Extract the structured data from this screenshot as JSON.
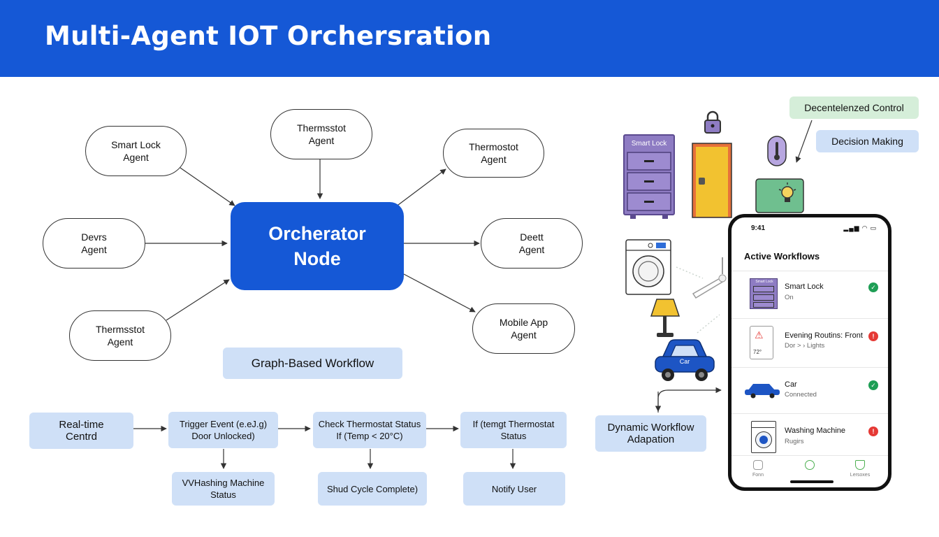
{
  "header": {
    "title": "Multi-Agent IOT Orchersration"
  },
  "graph": {
    "center": "Orcherator\nNode",
    "agents": [
      {
        "label": "Smart Lock\nAgent"
      },
      {
        "label": "Thermsstot\nAgent"
      },
      {
        "label": "Thermostot\nAgent"
      },
      {
        "label": "Devrs\nAgent"
      },
      {
        "label": "Deett\nAgent"
      },
      {
        "label": "Thermsstot\nAgent"
      },
      {
        "label": "Mobile App\nAgent"
      }
    ],
    "caption": "Graph-Based Workflow"
  },
  "flow": {
    "start": "Real-time\nCentrd",
    "steps": [
      {
        "label": "Trigger Event (e.eJ.g)\nDoor Unlocked)",
        "result": "VVHashing Machine\nStatus"
      },
      {
        "label": "Check Thermostat Status\nIf (Temp < 20°C)",
        "result": "Shud Cycle Complete)"
      },
      {
        "label": "If (temgt Thermostat\nStatus",
        "result": "Notify User"
      }
    ]
  },
  "right": {
    "decentralized": "Decentelenzed Control",
    "decision": "Decision Making",
    "dynamic": "Dynamic Workflow\nAdapation",
    "cabinet_label": "Smart Lock",
    "car_label": "Car"
  },
  "phone": {
    "time": "9:41",
    "title": "Active Workflows",
    "workflows": [
      {
        "title": "Smart Lock",
        "sub": "On",
        "status": "ok",
        "thumb": "Smart Lock"
      },
      {
        "title": "Evening Routins: Front",
        "sub": "Dor  > › Lights",
        "status": "err",
        "thumb": "72°"
      },
      {
        "title": "Car",
        "sub": "Connected",
        "status": "ok"
      },
      {
        "title": "Washing Machine",
        "sub": "Rugirs",
        "status": "err"
      }
    ],
    "tabs": [
      "Fonn",
      "",
      "Lersoxes"
    ]
  },
  "colors": {
    "brand": "#1558d6",
    "pill": "#cfe0f7",
    "pill_green": "#d5eed9",
    "ok": "#1e9e55",
    "error": "#e53935",
    "cabinet": "#8e7cc3",
    "door": "#f2c230",
    "car": "#1d55c4"
  }
}
